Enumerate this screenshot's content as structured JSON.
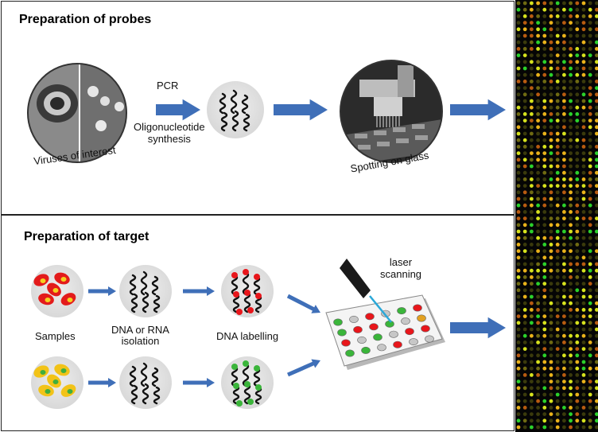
{
  "probes": {
    "heading": "Preparation of probes",
    "viruses_caption": "Viruses of interest",
    "pcr_label": "PCR",
    "oligo_label_line1": "Oligonucleotide",
    "oligo_label_line2": "synthesis",
    "spotting_caption": "Spotting on glass"
  },
  "target": {
    "heading": "Preparation of target",
    "samples_label": "Samples",
    "isolation_line1": "DNA or RNA",
    "isolation_line2": "isolation",
    "labelling_label": "DNA labelling",
    "laser_line1": "laser",
    "laser_line2": "scanning"
  },
  "colors": {
    "arrow": "#3f6fb8",
    "red_dye": "#e8161b",
    "green_dye": "#3ab53a",
    "cell_red": "#e31b1b",
    "cell_yellow": "#f2c318",
    "microarray_bg": "#050505"
  }
}
